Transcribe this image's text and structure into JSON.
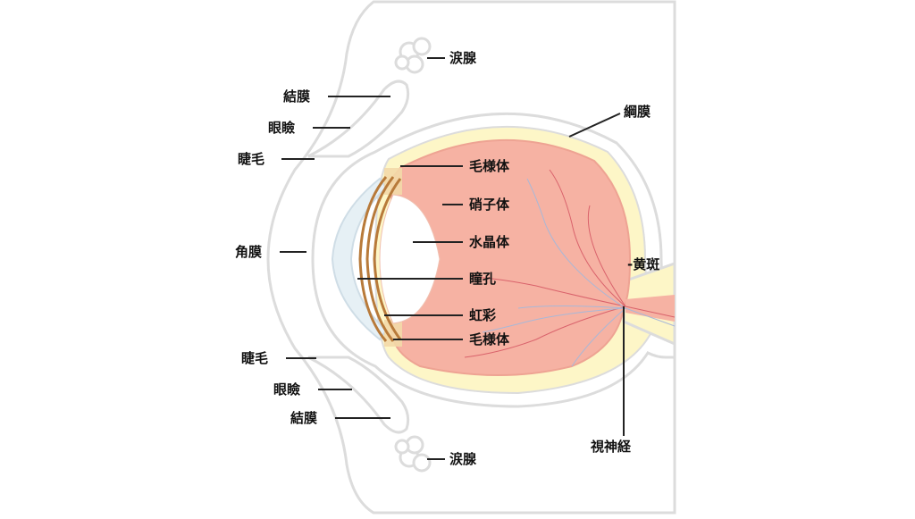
{
  "colors": {
    "outline": "#dcdcdc",
    "sclera": "#fdf6c7",
    "retina": "#f6b2a3",
    "retina_edge": "#eea393",
    "lens": "#ffffff",
    "cornea": "#e6f0f5",
    "iris": "#b87a3a",
    "iris_light": "#f3d9a8",
    "vessel_red": "#d9626b",
    "vessel_blue": "#a8b8d8",
    "leader": "#222222",
    "text": "#111111"
  },
  "labels": {
    "lacrimal_gland_top": "涙腺",
    "conjunctiva_top": "結膜",
    "eyelid_top": "眼瞼",
    "eyelash_top": "睫毛",
    "cornea": "角膜",
    "eyelash_bottom": "睫毛",
    "eyelid_bottom": "眼瞼",
    "conjunctiva_bottom": "結膜",
    "lacrimal_gland_bottom": "涙腺",
    "ciliary_body_top": "毛様体",
    "vitreous_body": "硝子体",
    "crystalline_lens": "水晶体",
    "pupil": "瞳孔",
    "iris": "虹彩",
    "ciliary_body_bottom": "毛様体",
    "choroid": "綱膜",
    "macula": "-黄斑",
    "optic_nerve": "視神経"
  }
}
